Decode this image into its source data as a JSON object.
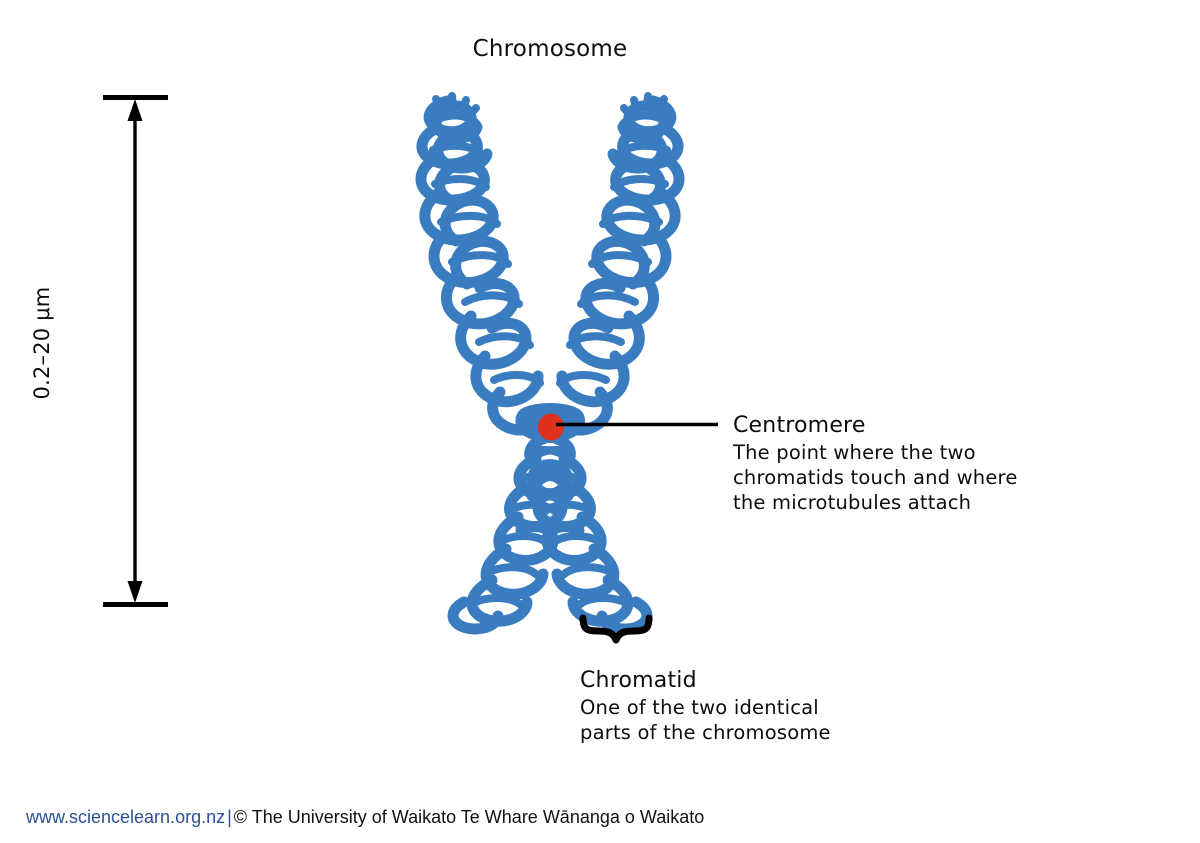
{
  "diagram": {
    "title": "Chromosome",
    "subject": "chromosome-structure"
  },
  "scale": {
    "label": "0.2–20 μm",
    "orientation": "vertical",
    "arrow_style": "double-headed-with-end-ticks"
  },
  "colors": {
    "chromatid_blue": "#3a7cc0",
    "centromere_red": "#e0301e",
    "leader_line": "#000000",
    "text": "#0d0d0d",
    "link_blue": "#2b5197",
    "background": "#ffffff"
  },
  "callouts": {
    "centromere": {
      "title": "Centromere",
      "body": [
        "The point where the two",
        "chromatids touch and where",
        "the microtubules attach"
      ]
    },
    "chromatid": {
      "title": "Chromatid",
      "body": [
        "One of the two identical",
        "parts of the chromosome"
      ]
    }
  },
  "footer": {
    "link": "www.sciencelearn.org.nz",
    "separator": "|",
    "credit": "© The University of Waikato Te Whare Wānanga o Waikato"
  }
}
